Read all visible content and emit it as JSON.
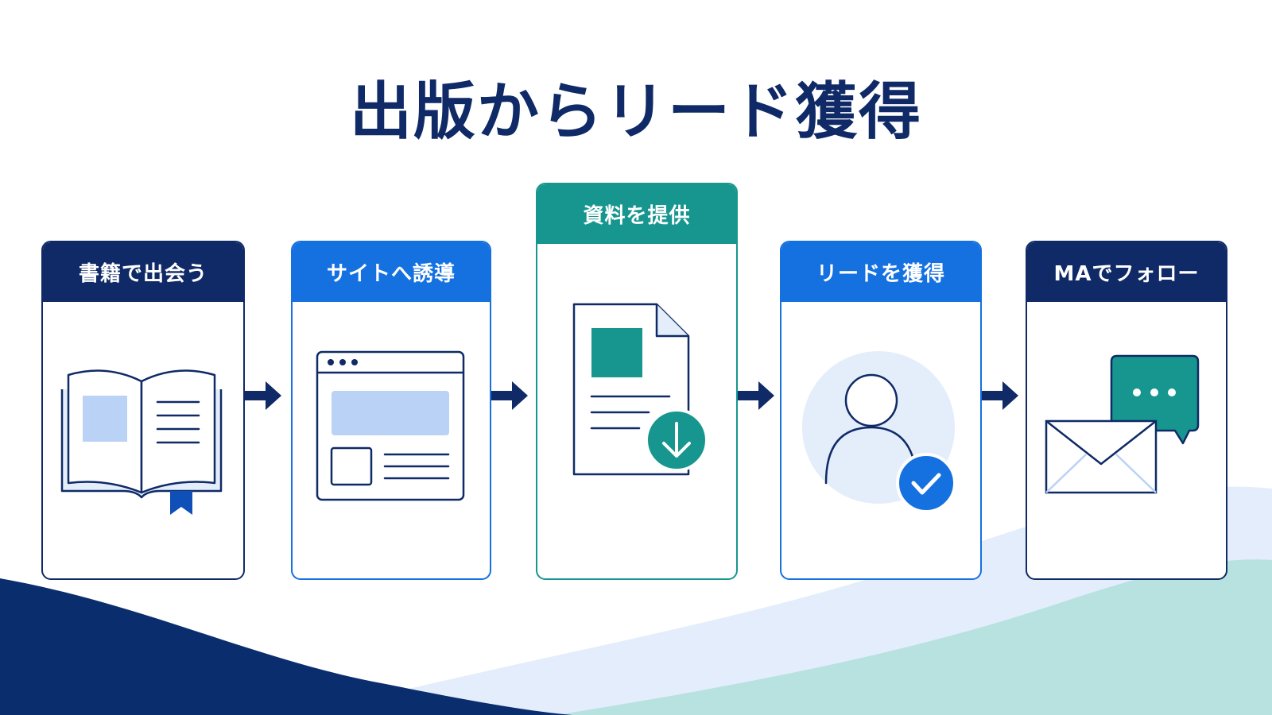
{
  "title": "出版からリード獲得",
  "steps": [
    {
      "label": "書籍で出会う",
      "icon": "open-book-icon"
    },
    {
      "label": "サイトへ誘導",
      "icon": "browser-window-icon"
    },
    {
      "label": "資料を提供",
      "icon": "document-download-icon"
    },
    {
      "label": "リードを獲得",
      "icon": "user-check-icon"
    },
    {
      "label": "MAでフォロー",
      "icon": "mail-chat-icon"
    }
  ],
  "colors": {
    "navy": "#0f2a66",
    "blue": "#1570e0",
    "teal": "#17968f",
    "light_blue": "#b9d2f5",
    "pale_blue": "#e4edfa",
    "pale_teal": "#b7e2e0"
  }
}
